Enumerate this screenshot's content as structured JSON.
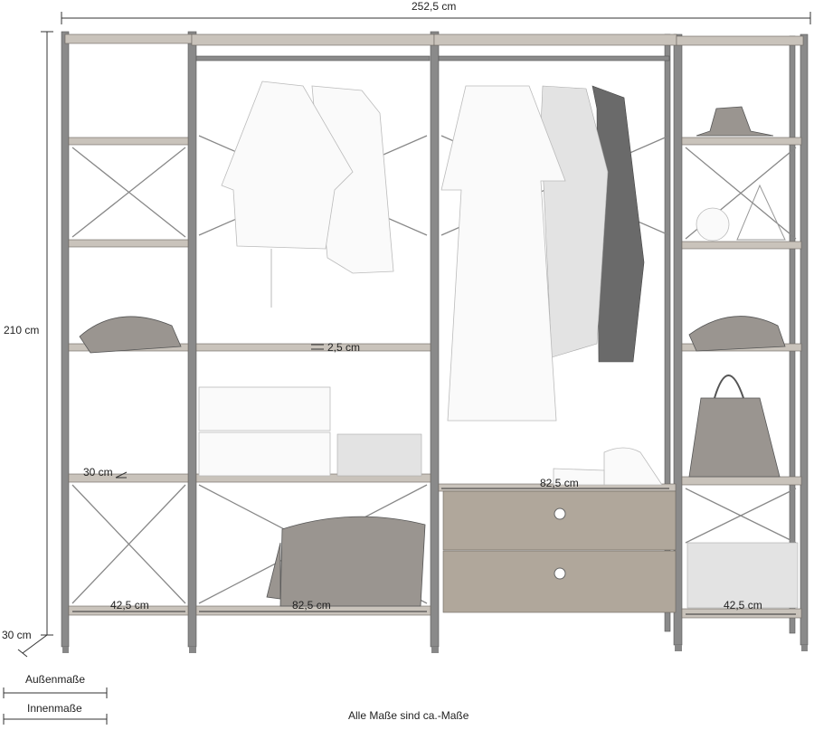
{
  "dimensions": {
    "total_width": "252,5 cm",
    "height": "210 cm",
    "depth": "30 cm",
    "rod_thickness": "2,5 cm",
    "shelf_depth": "30 cm",
    "drawer_width": "82,5 cm",
    "left_compartment": "42,5 cm",
    "middle_compartment": "82,5 cm",
    "right_compartment": "42,5 cm"
  },
  "legend": {
    "outer": "Außenmaße",
    "inner": "Innenmaße"
  },
  "note": "Alle Maße sind ca.-Maße",
  "colors": {
    "frame": "#8a8a8a",
    "wood": "#b0a79b",
    "line": "#333333"
  }
}
